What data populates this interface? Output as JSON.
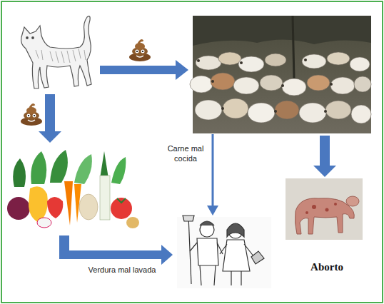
{
  "diagram": {
    "nodes": [
      {
        "text": [
          "Aborto"
        ]
      }
    ],
    "labels": [
      "Carne mal cocida",
      "Verdura mal lavada"
    ]
  }
}
